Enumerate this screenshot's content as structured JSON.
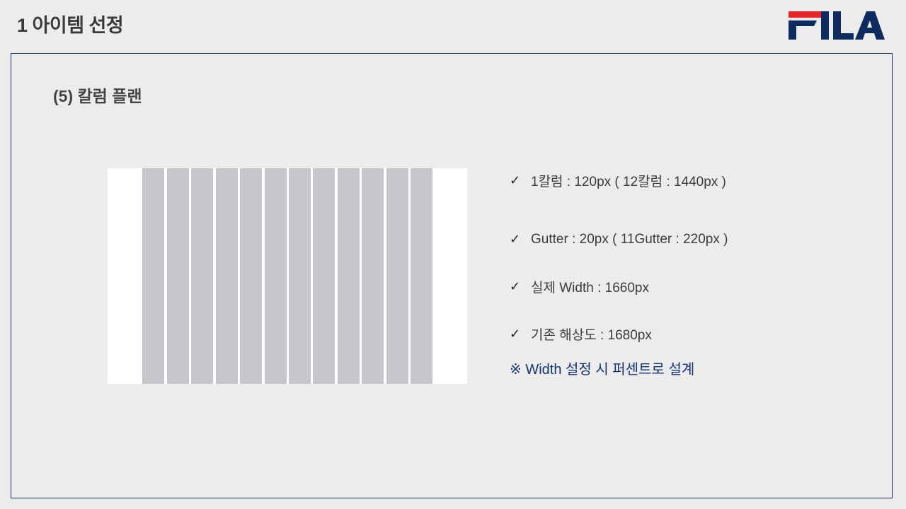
{
  "header": {
    "title": "1 아이템 선정",
    "logo_text": "FILA",
    "logo_colors": {
      "red": "#e5252a",
      "navy": "#0f2a5f"
    }
  },
  "section": {
    "title": "(5) 칼럼 플랜"
  },
  "grid": {
    "column_count": 12,
    "background_color": "#ffffff",
    "column_color": "#c4c6cb"
  },
  "specs": [
    {
      "icon": "check-icon",
      "mark": "✓",
      "text": "1칼럼 : 120px ( 12칼럼 : 1440px )"
    },
    {
      "icon": "check-icon",
      "mark": "✓",
      "text": "Gutter : 20px ( 11Gutter : 220px )"
    },
    {
      "icon": "check-icon",
      "mark": "✓",
      "text": "실제 Width : 1660px"
    },
    {
      "icon": "check-icon",
      "mark": "✓",
      "text": "기존 해상도 : 1680px"
    }
  ],
  "note": {
    "text": "※ Width 설정 시 퍼센트로 설계",
    "color": "#14346e"
  },
  "colors": {
    "background": "#ececec",
    "frame_border": "#1c2d5a"
  }
}
